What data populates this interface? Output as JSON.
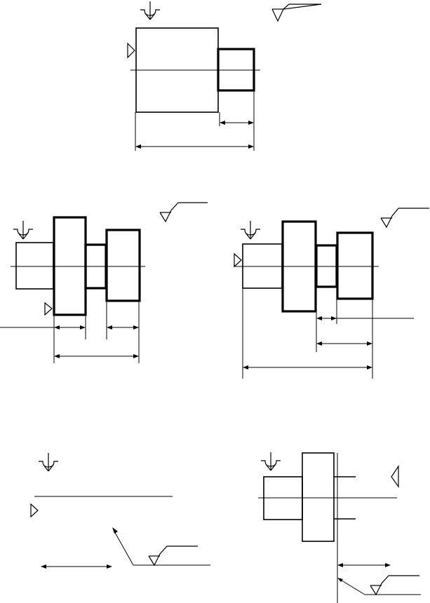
{
  "drawing": {
    "type": "engineering sketch",
    "background": "#ffffff",
    "line_color": "#000000",
    "figures": [
      {
        "id": "figure-1",
        "description_shown": "",
        "symbols": [
          "locating-symbol",
          "clamping-symbol",
          "surface-roughness-symbol"
        ]
      },
      {
        "id": "figure-2",
        "description_shown": "",
        "symbols": [
          "locating-symbol",
          "clamping-symbol",
          "surface-roughness-symbol"
        ]
      },
      {
        "id": "figure-3",
        "description_shown": "",
        "symbols": [
          "locating-symbol",
          "clamping-symbol",
          "surface-roughness-symbol"
        ]
      },
      {
        "id": "figure-4",
        "description_shown": "",
        "symbols": [
          "locating-symbol",
          "clamping-symbol",
          "surface-roughness-symbol"
        ]
      },
      {
        "id": "figure-5",
        "description_shown": "",
        "symbols": [
          "locating-symbol",
          "clamping-symbol",
          "surface-roughness-symbol"
        ]
      }
    ]
  }
}
